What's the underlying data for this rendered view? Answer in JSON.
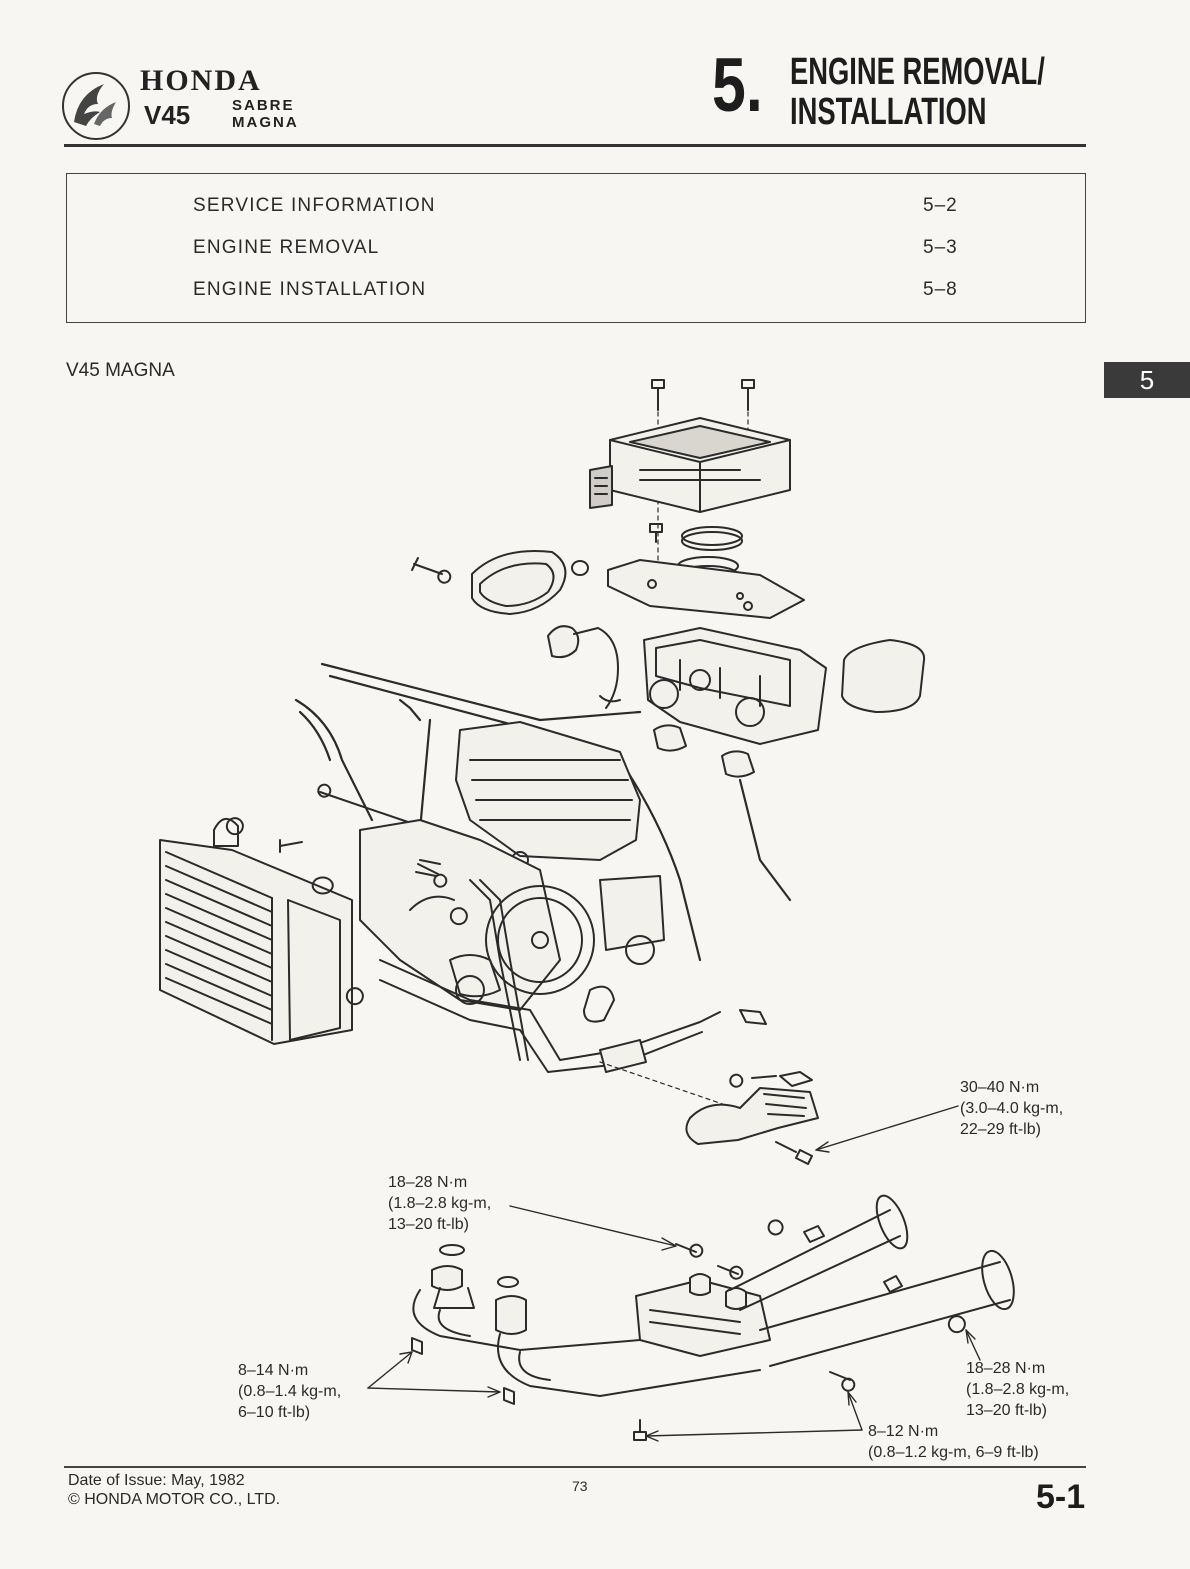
{
  "header": {
    "brand": "HONDA",
    "model": "V45",
    "variants": [
      "SABRE",
      "MAGNA"
    ],
    "chapter_number": "5.",
    "chapter_title_line1": "ENGINE REMOVAL/",
    "chapter_title_line2": "INSTALLATION"
  },
  "toc": [
    {
      "label": "SERVICE INFORMATION",
      "page": "5–2"
    },
    {
      "label": "ENGINE REMOVAL",
      "page": "5–3"
    },
    {
      "label": "ENGINE INSTALLATION",
      "page": "5–8"
    }
  ],
  "section_label": "V45 MAGNA",
  "side_tab": "5",
  "torque_specs": {
    "footpeg": [
      "30–40 N·m",
      "(3.0–4.0 kg-m,",
      "22–29 ft-lb)"
    ],
    "exhaust_clamp": [
      "18–28 N·m",
      "(1.8–2.8 kg-m,",
      "13–20 ft-lb)"
    ],
    "exhaust_nuts": [
      "8–14 N·m",
      "(0.8–1.4 kg-m,",
      "6–10 ft-lb)"
    ],
    "muffler_mount": [
      "18–28 N·m",
      "(1.8–2.8 kg-m,",
      "13–20 ft-lb)"
    ],
    "chamber_bolts": [
      "8–12 N·m",
      "(0.8–1.2 kg-m, 6–9 ft-lb)"
    ]
  },
  "footer": {
    "date": "Date of Issue: May, 1982",
    "copyright": "© HONDA MOTOR CO., LTD.",
    "page_number": "73",
    "section_page": "5-1"
  }
}
